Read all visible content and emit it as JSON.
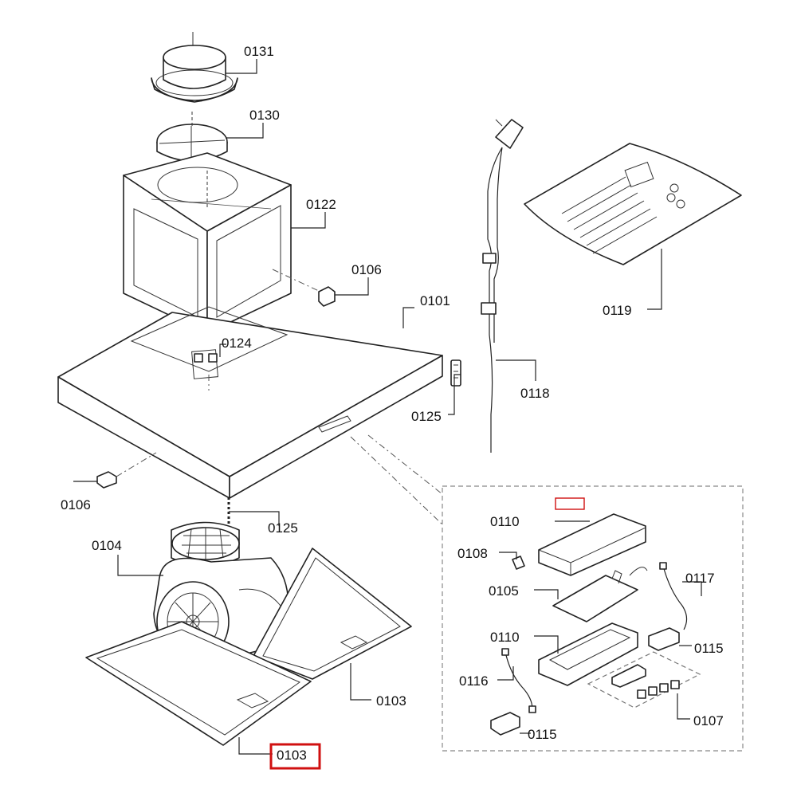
{
  "labels": {
    "p0131": "0131",
    "p0130": "0130",
    "p0122": "0122",
    "p0106a": "0106",
    "p0101": "0101",
    "p0124": "0124",
    "p0125a": "0125",
    "p0106b": "0106",
    "p0125b": "0125",
    "p0104": "0104",
    "p0103a": "0103",
    "p0103b": "0103",
    "p0118": "0118",
    "p0119": "0119",
    "p0110a": "0110",
    "p0108": "0108",
    "p0105": "0105",
    "p0117": "0117",
    "p0110b": "0110",
    "p0115a": "0115",
    "p0116": "0116",
    "p0115b": "0115",
    "p0107": "0107"
  },
  "highlight": {
    "color": "#d01010",
    "selected_part": "0103"
  }
}
